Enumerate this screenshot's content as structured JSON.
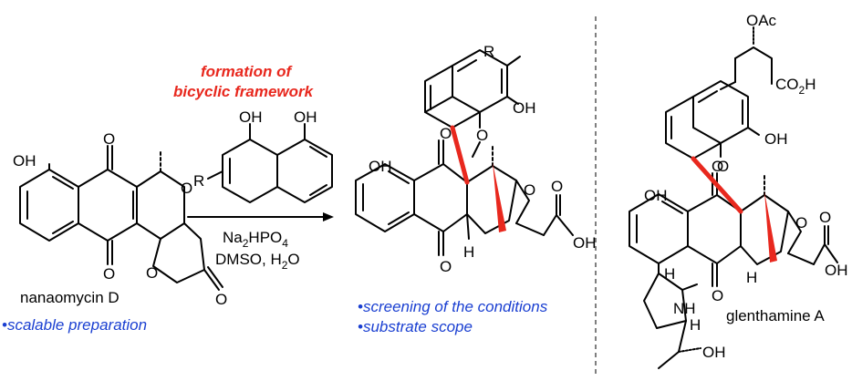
{
  "compound_left": {
    "name": "nanaomycin D",
    "note": "•scalable preparation",
    "atoms": {
      "oh": "OH",
      "o_ketone_top": "O",
      "o_ketone_bottom": "O",
      "o_ring": "O",
      "o_lactone": "O",
      "o_carbonyl": "O"
    }
  },
  "reaction": {
    "highlight_line1": "formation of",
    "highlight_line2": "bicyclic framework",
    "reagent_oh1": "OH",
    "reagent_oh2": "OH",
    "reagent_r": "R",
    "cond_line1_main": "Na",
    "cond_line1_sub1": "2",
    "cond_line1_mid": "HPO",
    "cond_line1_sub2": "4",
    "cond_line2_a": "DMSO, H",
    "cond_line2_sub": "2",
    "cond_line2_b": "O"
  },
  "product": {
    "r": "R",
    "oh_top": "OH",
    "oh_left": "OH",
    "o_aryl_ether": "O",
    "o_ring": "O",
    "o_ketone_top": "O",
    "o_ketone_bottom": "O",
    "h": "H",
    "acid_o": "O",
    "acid_oh": "OH",
    "note1": "•screening of the conditions",
    "note2": "•substrate scope"
  },
  "natural_product": {
    "name": "glenthamine A",
    "oac": "OAc",
    "co2h_main": "CO",
    "co2h_sub": "2",
    "co2h_end": "H",
    "oh_aryl": "OH",
    "oh_left": "OH",
    "o_ether": "O",
    "o_ring": "O",
    "o_ketone_top": "O",
    "o_ketone_bottom": "O",
    "h_ring": "H",
    "acid_o": "O",
    "acid_oh": "OH",
    "nh": "NH",
    "h_pyr_top": "H",
    "h_pyr_bottom": "H",
    "oh_side": "OH"
  },
  "colors": {
    "highlight": "#e8281e",
    "note": "#1a3fd1",
    "bond": "#000000"
  }
}
